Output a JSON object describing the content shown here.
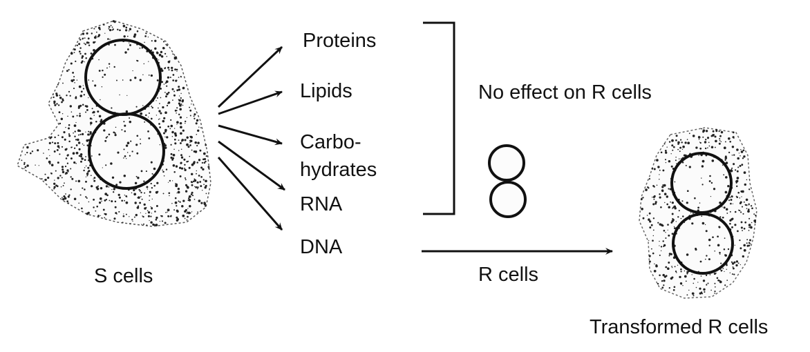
{
  "colors": {
    "ink": "#111111",
    "background": "#ffffff"
  },
  "labels": {
    "s_cells": "S cells",
    "proteins": "Proteins",
    "lipids": "Lipids",
    "carbohydrates_line1": "Carbo-",
    "carbohydrates_line2": "hydrates",
    "rna": "RNA",
    "dna": "DNA",
    "no_effect": "No effect on R cells",
    "r_cells": "R cells",
    "transformed": "Transformed R cells"
  }
}
